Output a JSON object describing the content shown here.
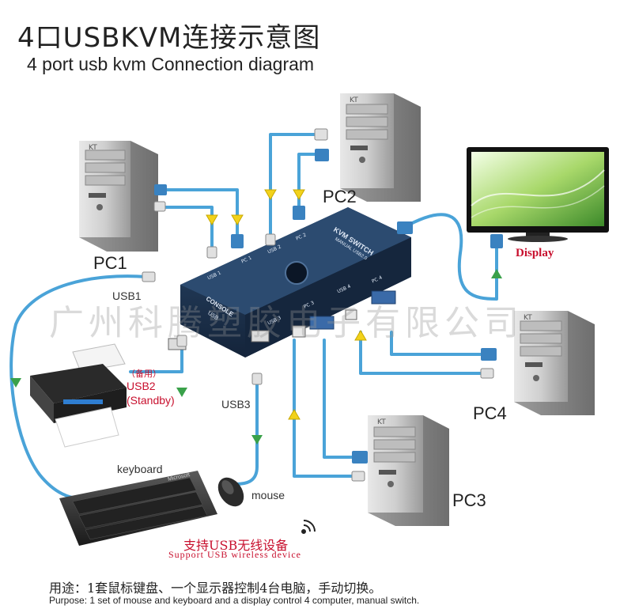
{
  "title": {
    "cn": "4口USBKVM连接示意图",
    "en": "4 port  usb kvm  Connection diagram"
  },
  "computers": {
    "pc1": "PC1",
    "pc2": "PC2",
    "pc3": "PC3",
    "pc4": "PC4"
  },
  "ports": {
    "usb1": "USB1",
    "usb2_cn": "（备用）",
    "usb2": "USB2",
    "usb2_standby": "(Standby)",
    "usb3": "USB3"
  },
  "devices": {
    "display": "Display",
    "keyboard": "keyboard",
    "mouse": "mouse",
    "tower_badge": "KT"
  },
  "switch": {
    "name": "KVM SWITCH",
    "sub": "MANUAL USB2.0",
    "ports": [
      "PC 1",
      "USB 2",
      "PC 2",
      "USB 1",
      "PC 3",
      "USB 3",
      "USB 4",
      "PC 4"
    ],
    "console": "CONSOLE",
    "usb": "USB"
  },
  "keyboard_brand": "Microsoft",
  "wireless": {
    "cn": "支持USB无线设备",
    "en": "Support USB wireless device"
  },
  "purpose": {
    "cn": "用途：1套鼠标键盘、一个显示器控制4台电脑，手动切换。",
    "en": "Purpose: 1 set of mouse and keyboard and a display control 4 computer, manual switch."
  },
  "watermark": "广州科腾塑胶电子有限公司",
  "colors": {
    "cable": "#4aa3d8",
    "cable_dark": "#2d7fb8",
    "arrow_yellow": "#f2d21b",
    "arrow_green": "#3aa14a",
    "switch_body": "#1f3551",
    "accent_red": "#c8102e"
  }
}
